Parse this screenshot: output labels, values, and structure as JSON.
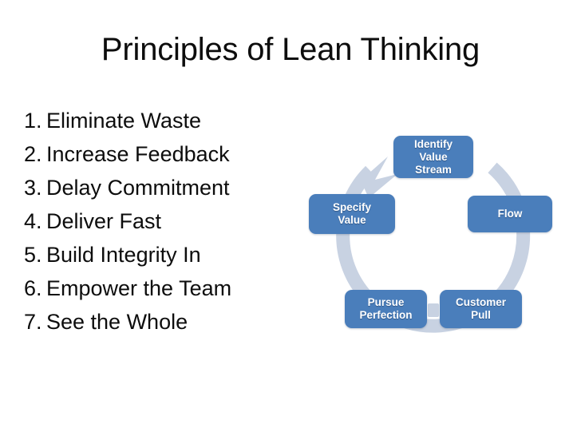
{
  "slide": {
    "title": "Principles of Lean Thinking",
    "background_color": "#ffffff",
    "text_color": "#0d0d0d"
  },
  "principles": {
    "items": [
      {
        "number": "1.",
        "label": "Eliminate Waste"
      },
      {
        "number": "2.",
        "label": "Increase Feedback"
      },
      {
        "number": "3.",
        "label": "Delay Commitment"
      },
      {
        "number": "4.",
        "label": "Deliver Fast"
      },
      {
        "number": "5.",
        "label": "Build Integrity In"
      },
      {
        "number": "6.",
        "label": "Empower the Team"
      },
      {
        "number": "7.",
        "label": "See the Whole"
      }
    ]
  },
  "diagram": {
    "type": "cycle",
    "node_color": "#4a7ebb",
    "ring_color": "#c8d2e2",
    "node_text_color": "#ffffff",
    "arrow_direction": "clockwise",
    "nodes": [
      {
        "id": "identify-value-stream",
        "lines": [
          "Identify",
          "Value",
          "Stream"
        ],
        "position": "top"
      },
      {
        "id": "flow",
        "lines": [
          "Flow"
        ],
        "position": "right"
      },
      {
        "id": "customer-pull",
        "lines": [
          "Customer",
          "Pull"
        ],
        "position": "bottom-right"
      },
      {
        "id": "pursue-perfection",
        "lines": [
          "Pursue",
          "Perfection"
        ],
        "position": "bottom-left"
      },
      {
        "id": "specify-value",
        "lines": [
          "Specify",
          "Value"
        ],
        "position": "left"
      }
    ]
  }
}
